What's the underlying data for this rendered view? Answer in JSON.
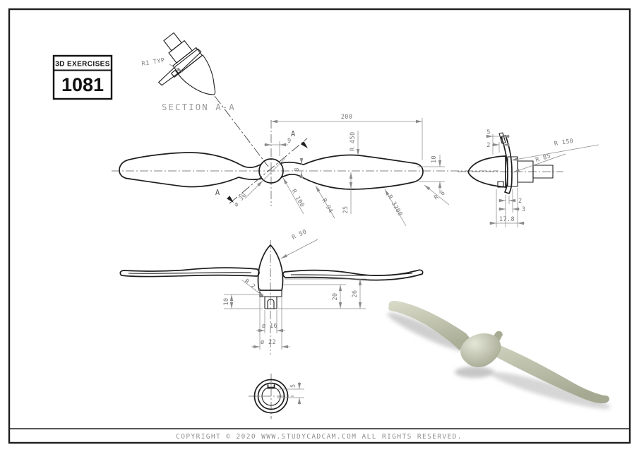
{
  "colors": {
    "object_line": "#1e1e1e",
    "dimension_line": "#8b8b8b",
    "dimension_text": "#787878",
    "caption_text": "#9a9a9a",
    "render_body": "#c6c8b2",
    "render_shade": "#a6a992"
  },
  "title_block": {
    "header": "3D EXERCISES",
    "number": "1081"
  },
  "section_view": {
    "caption": "SECTION A-A",
    "fillet_note": "R1 TYP"
  },
  "front_view": {
    "label_a_top": "A",
    "label_a_bottom": "A",
    "dim_span": "200",
    "dim_blade_radius": "R 450",
    "dim_offset": "9",
    "dim_hub_dia": "ø 30",
    "dim_root_thk": "8",
    "dim_r_root": "R 100",
    "dim_r_mid": "R 94",
    "dim_blade_width": "25",
    "dim_r_face": "R 3200",
    "dim_tip_thk": "10",
    "dim_r_tip": "R 6"
  },
  "side_view": {
    "dim_tab_len": "5",
    "dim_tab_off": "2",
    "dim_r_blade": "R 150",
    "dim_r_hub": "R 85",
    "dim_step1": "2",
    "dim_step2": "3",
    "dim_hub_len": "17.8"
  },
  "plan_view": {
    "dim_r_spinner": "R 50",
    "dim_r_fillet": "R 2.5",
    "dim_slot": "10",
    "dim_shaft_len": "20",
    "dim_total_len": "26",
    "dim_shaft_dia": "ø 16",
    "dim_collar_dia": "ø 22"
  },
  "axial_view": {
    "dim_key": "5"
  },
  "footer": {
    "copyright": "COPYRIGHT © 2020 WWW.STUDYCADCAM.COM ALL RIGHTS RESERVED."
  }
}
